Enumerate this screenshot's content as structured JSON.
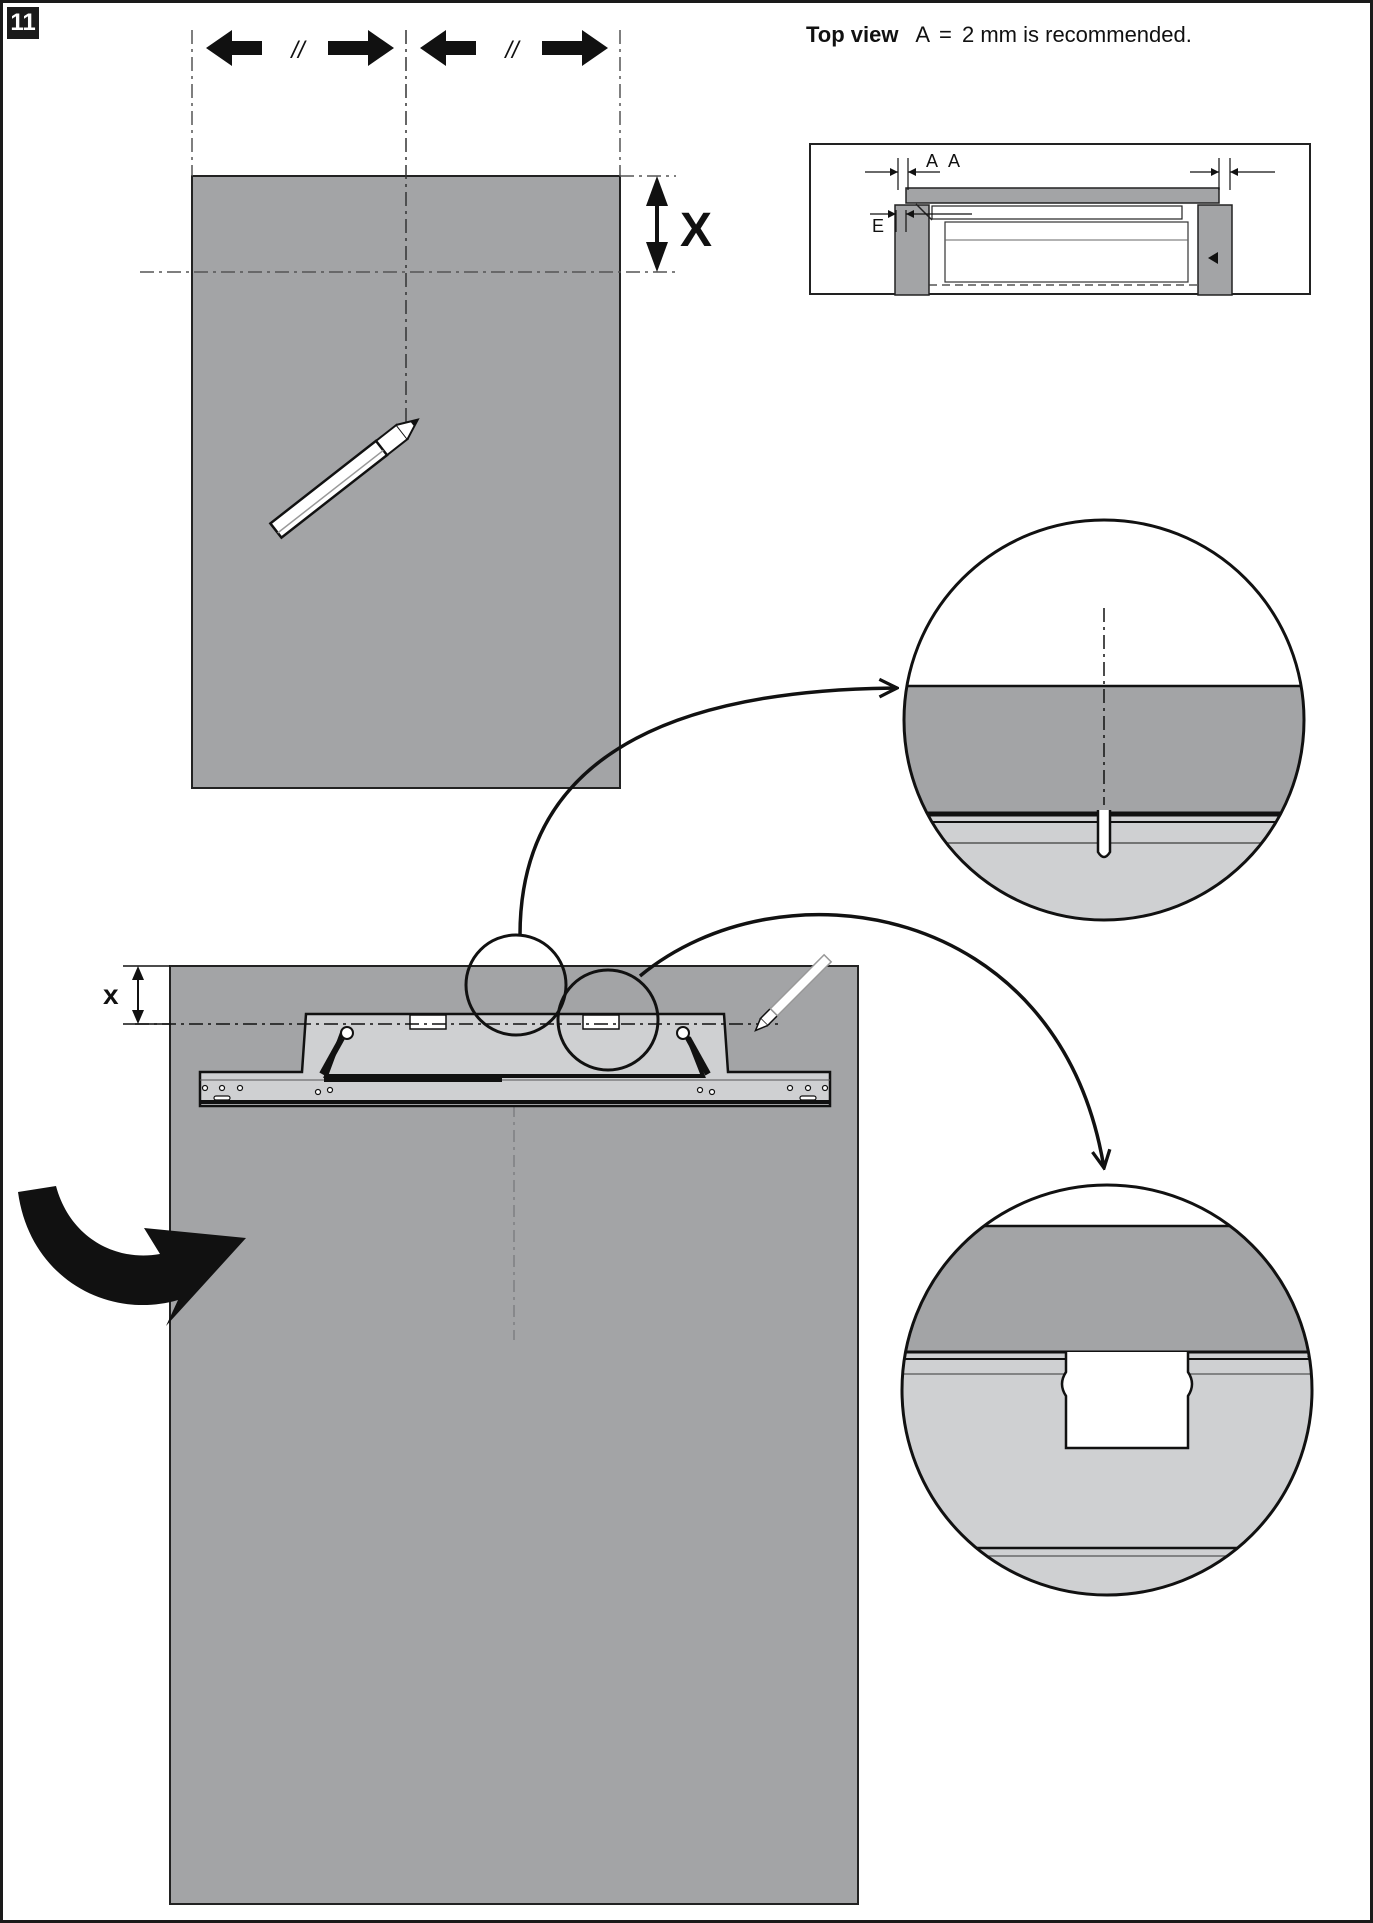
{
  "step_number": "11",
  "caption": {
    "bold": "Top view",
    "formula_lhs": "A",
    "formula_op": "=",
    "formula_value": "2",
    "formula_rest": "mm is recommended."
  },
  "top_panel": {
    "center_mark_left": "//",
    "center_mark_right": "//",
    "dimension_label": "X"
  },
  "bottom_panel": {
    "dimension_label": "x"
  },
  "inset": {
    "label_a1": "A",
    "label_a2": "A",
    "label_e": "E"
  },
  "colors": {
    "door_panel": "#a3a4a6",
    "bracket": "#cfd0d2",
    "lines": "#111111",
    "background": "#ffffff"
  }
}
